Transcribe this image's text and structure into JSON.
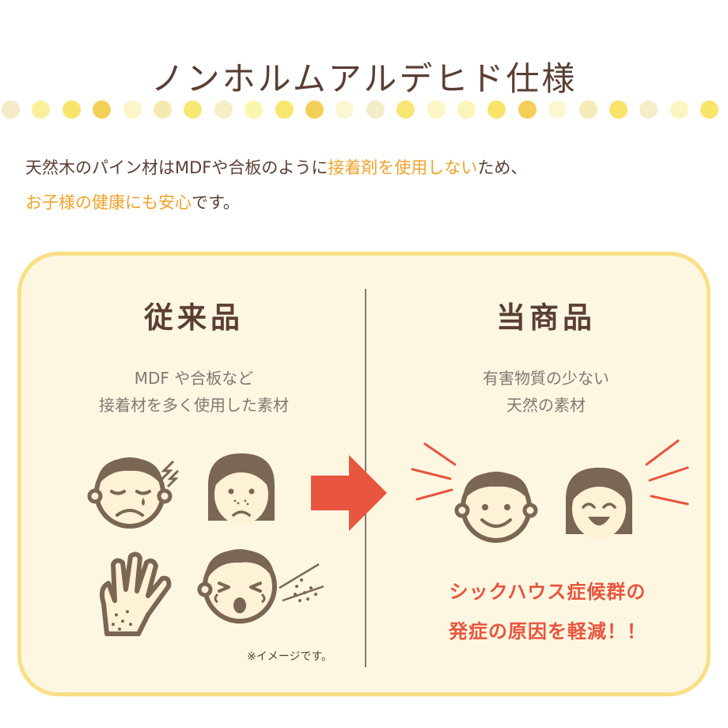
{
  "title": "ノンホルムアルデヒド仕様",
  "dot_colors": [
    "#f5ebc6",
    "#fbf09a",
    "#f8e46a",
    "#f3cf57",
    "#fbf5c8",
    "#f5e9b0",
    "#f8e873",
    "#f6eec4",
    "#fbf6ad",
    "#f9e66c",
    "#f3cf57",
    "#fbf7d2",
    "#f3ecc9",
    "#f8e674",
    "#fbf6c3",
    "#fbf5b8",
    "#f8e46a",
    "#f3cf57",
    "#fbf7d2",
    "#f5ebb8",
    "#f8e36a",
    "#f5ecc8",
    "#fbf6c0",
    "#f9e46a"
  ],
  "intro": {
    "line1_a": "天然木のパイン材はMDFや合板のように",
    "line1_hl": "接着剤を使用しない",
    "line1_b": "ため、",
    "line2_hl": "お子様の健康にも安心",
    "line2_b": "です。"
  },
  "left": {
    "heading": "従来品",
    "sub1": "MDF や合板など",
    "sub2": "接着材を多く使用した素材",
    "note": "※イメージです。"
  },
  "right": {
    "heading": "当商品",
    "sub1": "有害物質の少ない",
    "sub2": "天然の素材",
    "result1": "シックハウス症候群の",
    "result2": "発症の原因を軽減！！"
  },
  "colors": {
    "text_brown": "#5a3e34",
    "highlight_orange": "#f0a22a",
    "panel_bg": "#fdf7e2",
    "panel_border": "#fadf85",
    "icon_face": "#fdf1d6",
    "icon_brown": "#7b6654",
    "arrow_red": "#e8553e"
  },
  "icons": [
    "sad-boy-icon",
    "sad-girl-icon",
    "rash-hand-icon",
    "crying-boy-icon",
    "happy-boy-icon",
    "happy-girl-icon",
    "arrow-right-icon"
  ]
}
